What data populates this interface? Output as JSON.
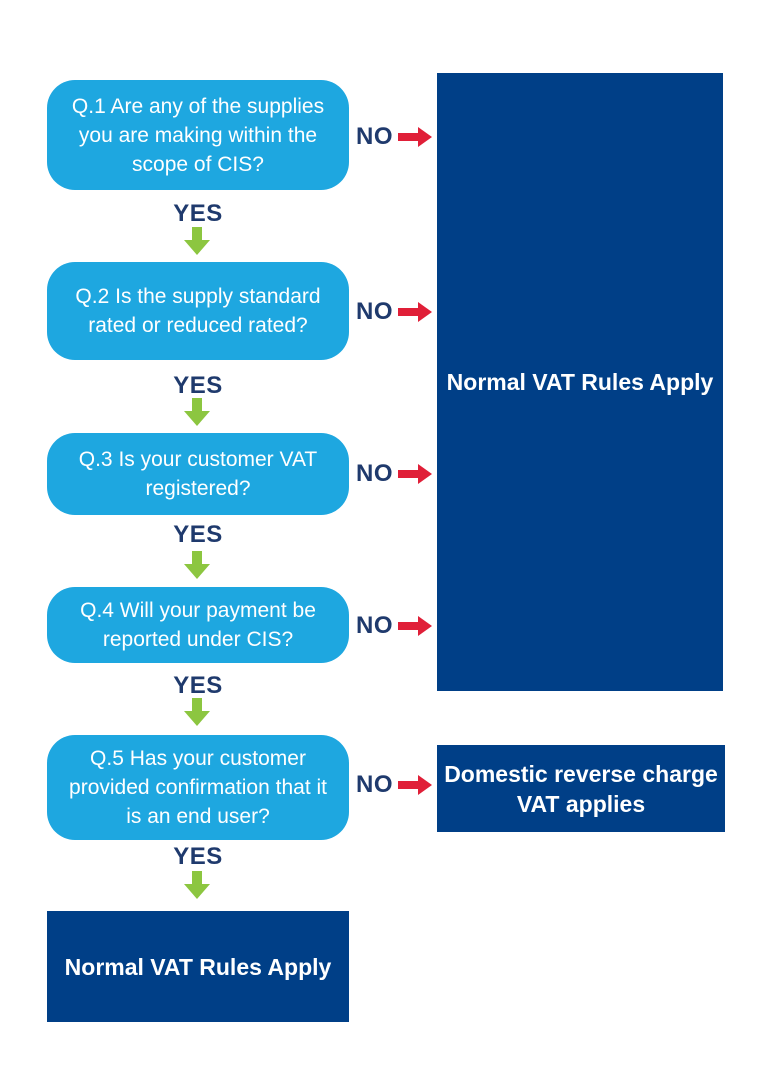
{
  "flowchart": {
    "yes_label": "YES",
    "no_label": "NO",
    "questions": [
      {
        "text": "Q.1 Are any of the supplies you are making within the scope of CIS?"
      },
      {
        "text": "Q.2 Is the supply standard rated or reduced rated?"
      },
      {
        "text": "Q.3 Is your customer VAT registered?"
      },
      {
        "text": "Q.4 Will your payment be reported under CIS?"
      },
      {
        "text": "Q.5 Has your customer provided confirmation that it is an end user?"
      }
    ],
    "outcomes": {
      "normal_vat_right": "Normal VAT Rules Apply",
      "domestic_reverse_charge": "Domestic reverse charge VAT applies",
      "normal_vat_bottom": "Normal VAT Rules Apply"
    },
    "colors": {
      "question_fill": "#1ea7e0",
      "outcome_fill": "#003f87",
      "label_text": "#1f3a6d",
      "yes_arrow": "#8cc640",
      "no_arrow": "#e01f38",
      "box_text": "#ffffff"
    }
  }
}
